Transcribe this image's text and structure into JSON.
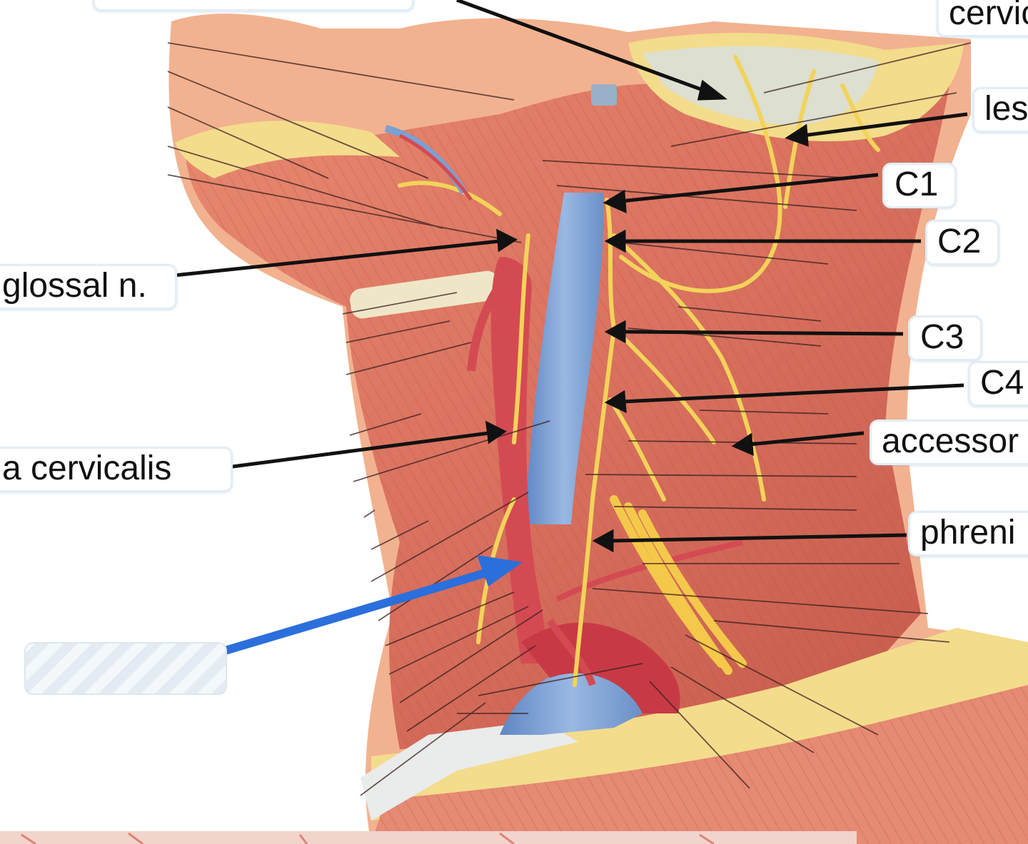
{
  "labels": {
    "cervic": "cervic",
    "les": "les",
    "c1": "C1",
    "c2": "C2",
    "c3": "C3",
    "c4": "C4",
    "accessor": "accessor",
    "phreni": "phreni",
    "glossal": "glossal n.",
    "ansa": "a cervicalis"
  },
  "hidden_label": "",
  "colors": {
    "skin": "#f2b28f",
    "muscle": "#d9715f",
    "muscle_dark": "#b84a3e",
    "vein": "#7aa0d4",
    "artery": "#d44a52",
    "nerve": "#f2d35a",
    "fat": "#f3dc8c",
    "pointer": "#111111",
    "highlight_arrow": "#2b6fdc"
  }
}
